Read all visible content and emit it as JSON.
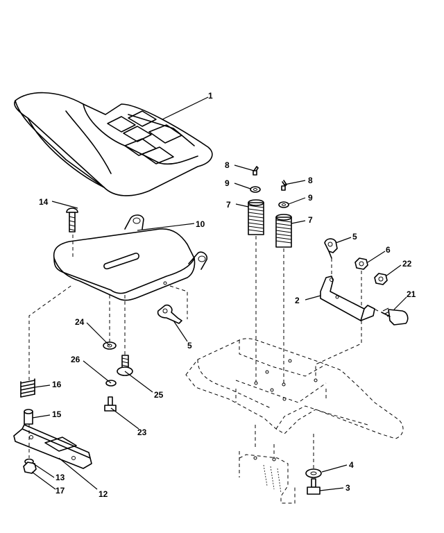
{
  "callouts": {
    "c1": "1",
    "c2": "2",
    "c3": "3",
    "c4": "4",
    "c5a": "5",
    "c5b": "5",
    "c6": "6",
    "c7a": "7",
    "c7b": "7",
    "c8a": "8",
    "c8b": "8",
    "c9a": "9",
    "c9b": "9",
    "c10": "10",
    "c12": "12",
    "c13": "13",
    "c14": "14",
    "c15": "15",
    "c16": "16",
    "c17": "17",
    "c21": "21",
    "c22": "22",
    "c23": "23",
    "c24": "24",
    "c25": "25",
    "c26": "26"
  }
}
